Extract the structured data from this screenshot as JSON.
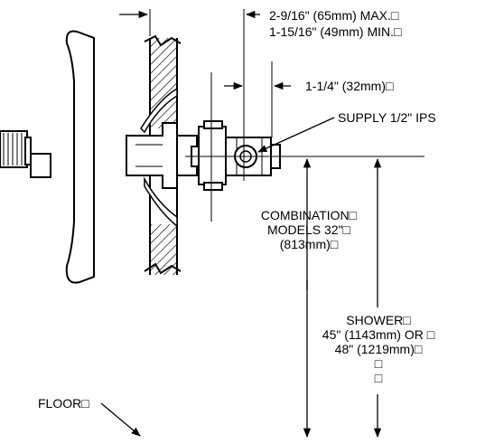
{
  "labels": {
    "max_dim": "2-9/16\" (65mm) MAX.□",
    "min_dim": "1-15/16\" (49mm) MIN.□",
    "stub_dim": "1-1/4\" (32mm)□",
    "supply": "SUPPLY 1/2\" IPS",
    "combination_1": "COMBINATION□",
    "combination_2": "MODELS 32\"□",
    "combination_3": "(813mm)□",
    "shower_1": "SHOWER□",
    "shower_2": "45\" (1143mm) OR □",
    "shower_3": "48\" (1219mm)□",
    "shower_4": "□",
    "shower_5": "□",
    "floor": "FLOOR□"
  },
  "colors": {
    "ink": "#000000",
    "paper": "#ffffff"
  }
}
